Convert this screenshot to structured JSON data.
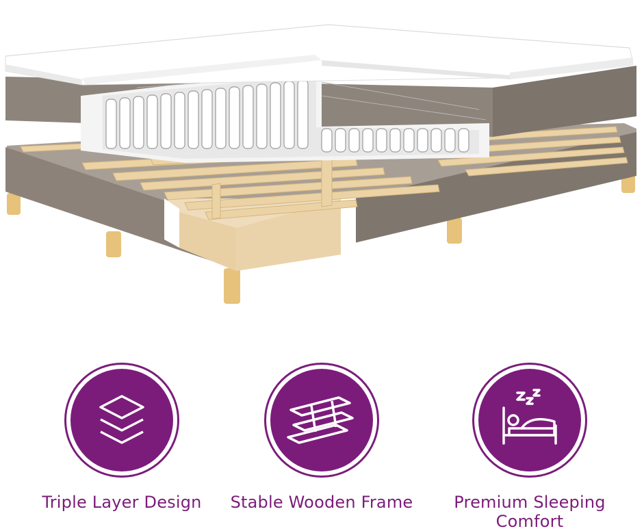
{
  "product": {
    "image_icon": "bed-cross-section-icon"
  },
  "features": [
    {
      "label": "Triple Layer Design",
      "icon": "layers-icon"
    },
    {
      "label": "Stable Wooden Frame",
      "icon": "wooden-slats-icon"
    },
    {
      "label": "Premium Sleeping Comfort",
      "icon": "sleeping-person-icon"
    }
  ],
  "colors": {
    "accent": "#7b1c7a",
    "fabric": "#8b8178",
    "wood": "#e7cfa0",
    "mattress": "#f4f4f4"
  }
}
